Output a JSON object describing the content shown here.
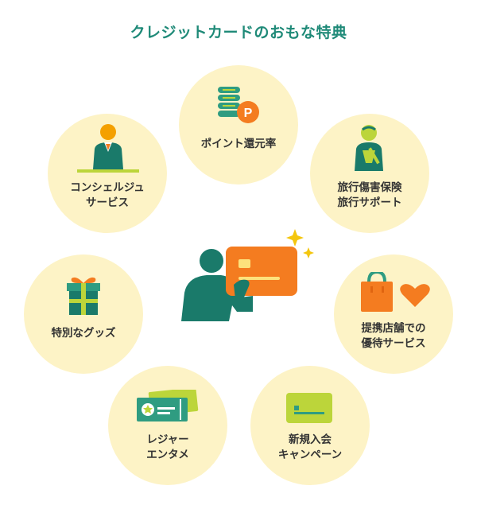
{
  "title": "クレジットカードのおもな特典",
  "colors": {
    "title": "#1f8a78",
    "circle_bg": "#fdf3c6",
    "green": "#1a7a6a",
    "green_light": "#2f9c81",
    "orange": "#f47c20",
    "yellow_green": "#bcd53a",
    "text": "#333333"
  },
  "benefits": [
    {
      "id": "points",
      "icon": "coin-stack-point-icon",
      "lines": [
        "ポイント還元率"
      ]
    },
    {
      "id": "insurance",
      "icon": "injured-person-icon",
      "lines": [
        "旅行傷害保険",
        "旅行サポート"
      ]
    },
    {
      "id": "shop",
      "icon": "shopping-bag-heart-icon",
      "lines": [
        "提携店舗での",
        "優待サービス"
      ]
    },
    {
      "id": "signup",
      "icon": "card-icon",
      "lines": [
        "新規入会",
        "キャンペーン"
      ]
    },
    {
      "id": "leisure",
      "icon": "ticket-icon",
      "lines": [
        "レジャー",
        "エンタメ"
      ]
    },
    {
      "id": "goods",
      "icon": "gift-box-icon",
      "lines": [
        "特別なグッズ"
      ]
    },
    {
      "id": "concierge",
      "icon": "concierge-icon",
      "lines": [
        "コンシェルジュ",
        "サービス"
      ]
    }
  ],
  "center_icon": "person-holding-card-icon"
}
